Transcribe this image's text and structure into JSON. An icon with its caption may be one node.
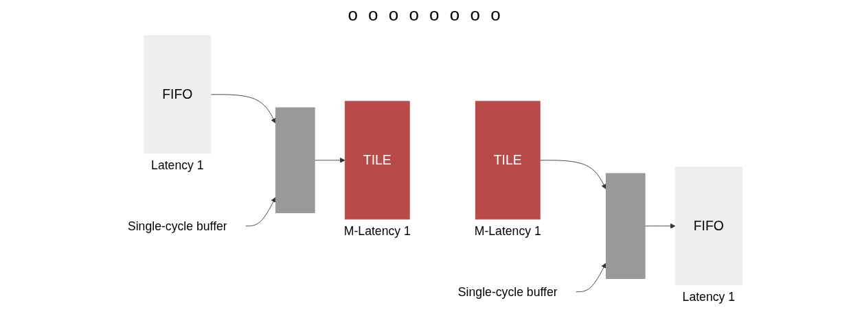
{
  "diagram": {
    "nodes": [
      {
        "text": [
          "FIFO"
        ],
        "beside": [
          "Latency 1"
        ]
      },
      {
        "text": [],
        "shape": "bar"
      },
      {
        "text": [
          "TILE"
        ],
        "beside": [
          "M-Latency 1"
        ]
      },
      {
        "text": [
          "TILE"
        ],
        "beside": [
          "M-Latency 1"
        ]
      },
      {
        "text": [],
        "shape": "bar"
      },
      {
        "text": [
          "FIFO"
        ],
        "beside": [
          "Latency 1"
        ]
      },
      {
        "text": [
          "Single-cycle buffer"
        ]
      },
      {
        "text": [
          "Single-cycle buffer"
        ]
      }
    ],
    "edges": [
      {
        "from": 0,
        "to": 1,
        "arrow": "to"
      },
      {
        "from": 1,
        "to": 2,
        "arrow": "to"
      },
      {
        "from": 3,
        "to": 4,
        "arrow": "to"
      },
      {
        "from": 4,
        "to": 5,
        "arrow": "to"
      },
      {
        "from": 6,
        "to": 1,
        "arrow": "to"
      },
      {
        "from": 7,
        "to": 4,
        "arrow": "to"
      }
    ],
    "labels": [
      "o o o o o o o o"
    ]
  }
}
